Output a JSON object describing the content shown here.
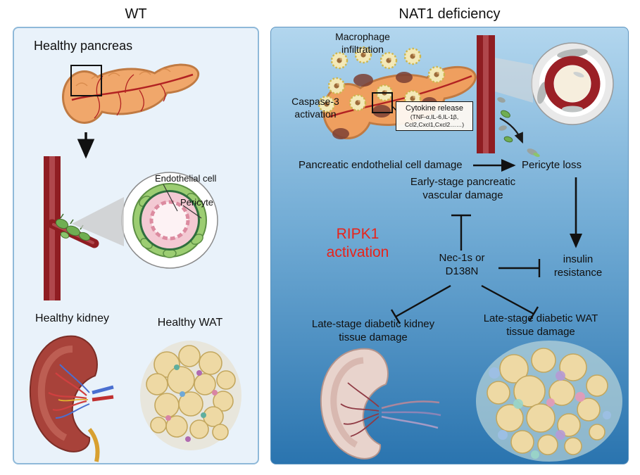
{
  "titles": {
    "left": "WT",
    "right": "NAT1 deficiency"
  },
  "colors": {
    "accent_red": "#e8231a",
    "panel_left_bg": "#e9f2fa",
    "panel_right_top": "#b2d6ee",
    "panel_right_bottom": "#2a74af",
    "vessel_red": "#8f1d22",
    "pericyte_green": "#6fae52",
    "pancreas_orange": "#ef9f5f"
  },
  "left_panel": {
    "pancreas_label": "Healthy pancreas",
    "endothelial_label": "Endothelial cell",
    "pericyte_label": "Pericyte",
    "kidney_label": "Healthy kidney",
    "wat_label": "Healthy WAT"
  },
  "right_panel": {
    "macrophage_label": "Macrophage\ninfiltration",
    "caspase_label": "Caspase-3\nactivation",
    "cytokine_title": "Cytokine release",
    "cytokine_detail": "(TNF-α,IL-6,IL-1β,\nCcl2,Cxcl1,Cxcl2……)",
    "endothelial_damage_label": "Pancreatic endothelial cell damage",
    "pericyte_loss_label": "Pericyte loss",
    "early_stage_label": "Early-stage pancreatic\nvascular damage",
    "ripk1_label": "RIPK1\nactivation",
    "nec1s_label": "Nec-1s or\nD138N",
    "insulin_label": "insulin\nresistance",
    "late_kidney_label": "Late-stage diabetic kidney\ntissue damage",
    "late_wat_label": "Late-stage diabetic WAT\ntissue damage"
  }
}
